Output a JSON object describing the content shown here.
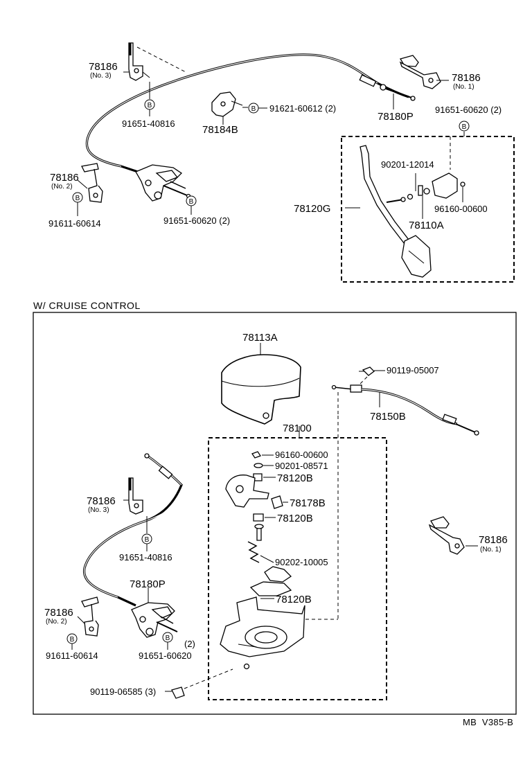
{
  "top_diagram": {
    "labels": {
      "p78186_no3": "78186",
      "p78186_no3_sub": "(No. 3)",
      "p91651_40816": "91651-40816",
      "p78184B": "78184B",
      "p91621_60612": "91621-60612 (2)",
      "p78186_no1": "78186",
      "p78186_no1_sub": "(No. 1)",
      "p78180P": "78180P",
      "p91651_60620_a": "91651-60620 (2)",
      "p78186_no2": "78186",
      "p78186_no2_sub": "(No. 2)",
      "p91611_60614": "91611-60614",
      "p91651_60620_b": "91651-60620 (2)",
      "p90201_12014": "90201-12014",
      "p78120G": "78120G",
      "p96160_00600": "96160-00600",
      "p78110A": "78110A"
    }
  },
  "section_title": "W/ CRUISE CONTROL",
  "cruise_diagram": {
    "labels": {
      "p78113A": "78113A",
      "p90119_05007": "90119-05007",
      "p78150B": "78150B",
      "p78100": "78100",
      "p96160_00600": "96160-00600",
      "p90201_08571": "90201-08571",
      "p78120B_1": "78120B",
      "p78178B": "78178B",
      "p78120B_2": "78120B",
      "p90202_10005": "90202-10005",
      "p78120B_3": "78120B",
      "p78186_no3": "78186",
      "p78186_no3_sub": "(No. 3)",
      "p91651_40816": "91651-40816",
      "p78180P": "78180P",
      "p78186_no2": "78186",
      "p78186_no2_sub": "(No. 2)",
      "p91611_60614": "91611-60614",
      "p91651_60620": "91651-60620",
      "p91651_60620_qty": "(2)",
      "p78186_no1": "78186",
      "p78186_no1_sub": "(No. 1)",
      "p90119_06585": "90119-06585 (3)"
    }
  },
  "bolt_marker": "B",
  "figure_code": "MB  V385-B"
}
